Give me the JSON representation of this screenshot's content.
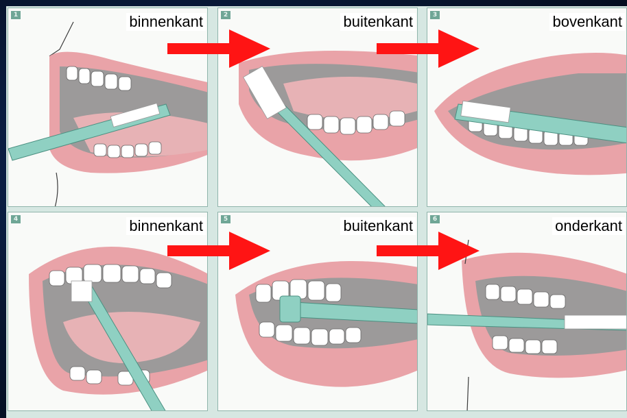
{
  "colors": {
    "background": "#07152f",
    "panel": "#f9faf8",
    "lip": "#e9a3a8",
    "mouth": "#9c9a9a",
    "tongue": "#e7b2b5",
    "tooth": "#ffffff",
    "toothbrush": "#8fd0c2",
    "arrow": "#ff1414",
    "label_bg": "#ffffff"
  },
  "panels": [
    {
      "number": "1",
      "label": "binnenkant"
    },
    {
      "number": "2",
      "label": "buitenkant"
    },
    {
      "number": "3",
      "label": "bovenkant"
    },
    {
      "number": "4",
      "label": "binnenkant"
    },
    {
      "number": "5",
      "label": "buitenkant"
    },
    {
      "number": "6",
      "label": "onderkant"
    }
  ],
  "arrows": [
    "red-right-arrow",
    "red-right-arrow",
    "red-right-arrow",
    "red-right-arrow"
  ]
}
